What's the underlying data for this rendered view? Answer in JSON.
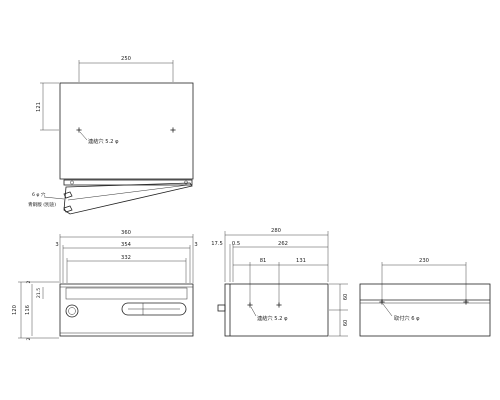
{
  "top_view": {
    "width": "250",
    "height": "121",
    "hole_label": "連結穴 5.2 φ",
    "side_hole_label": "6 φ 穴",
    "side_material_label": "青銅版 (別途)"
  },
  "front_view": {
    "total_width": "360",
    "inner_width": "354",
    "flap_width": "332",
    "left_margin": "3",
    "right_margin": "3",
    "height_total": "120",
    "height_body": "116",
    "gap_top": "2",
    "gap_bottom": "2",
    "slot_height": "21.5"
  },
  "side_view": {
    "depth_total": "280",
    "lip": "17.5",
    "offset": "0.5",
    "depth_inner": "262",
    "hole_offset": "81",
    "hole_spacing": "131",
    "hole_label": "連結穴 5.2 φ",
    "height_upper": "60",
    "height_lower": "60"
  },
  "rear_view": {
    "width": "230",
    "hole_label": "取付穴 6 φ"
  }
}
